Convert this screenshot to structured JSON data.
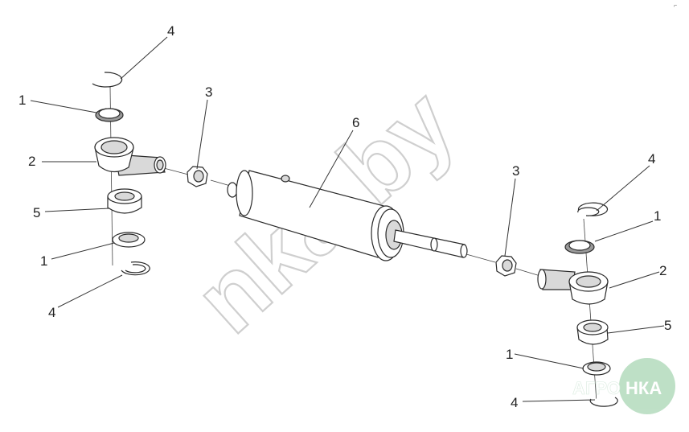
{
  "watermark": {
    "text": "nka.by"
  },
  "corner_mark": "⌐ ",
  "logo": {
    "left_text": "АГРО",
    "right_text": "НКА"
  },
  "callouts": {
    "left": {
      "ring_top": "4",
      "washer_top": "1",
      "eye": "2",
      "nut": "3",
      "bushing": "5",
      "washer_bottom": "1",
      "ring_bottom": "4"
    },
    "center": {
      "cylinder": "6"
    },
    "right": {
      "nut": "3",
      "ring_top": "4",
      "washer_top": "1",
      "eye": "2",
      "bushing": "5",
      "washer_bottom": "1",
      "ring_bottom": "4"
    }
  }
}
